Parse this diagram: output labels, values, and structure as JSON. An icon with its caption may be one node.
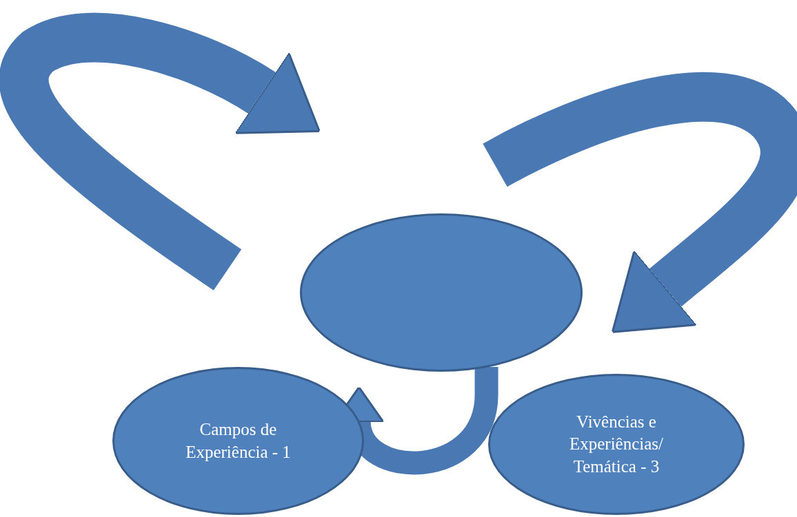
{
  "diagram": {
    "nodes": [
      {
        "text": [],
        "shape": "ellipse"
      },
      {
        "text": [
          "Campos de Experiência - 1"
        ]
      },
      {
        "text": [
          "Vivências e Experiências/ Temática - 3"
        ]
      }
    ],
    "edges": [
      {
        "from": 0,
        "to": 1,
        "arrow": "to"
      }
    ]
  }
}
